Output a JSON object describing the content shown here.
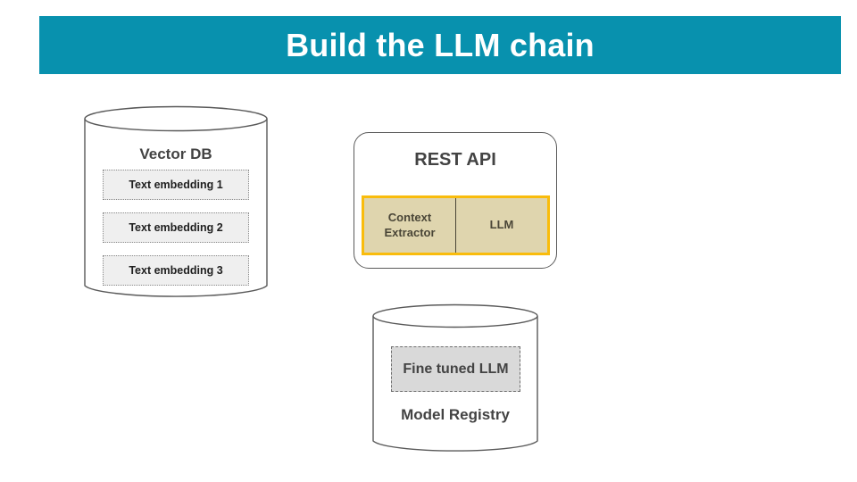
{
  "slide": {
    "title": "Build the LLM chain",
    "banner_color": "#0891AE",
    "title_color": "#FFFFFF",
    "background_color": "#FFFFFF"
  },
  "vector_db": {
    "label": "Vector DB",
    "items": [
      {
        "label": "Text embedding 1"
      },
      {
        "label": "Text embedding 2"
      },
      {
        "label": "Text embedding 3"
      }
    ],
    "item_fill": "#EFEFEF",
    "stroke_color": "#595959"
  },
  "rest_api": {
    "label": "REST API",
    "strip_fill": "#DFD5AE",
    "strip_border": "#F9BC0C",
    "cells": [
      {
        "label": "Context Extractor"
      },
      {
        "label": "LLM"
      }
    ]
  },
  "model_registry": {
    "label": "Model Registry",
    "artifact": "Fine tuned LLM",
    "artifact_fill": "#D9D9D9",
    "stroke_color": "#595959"
  }
}
